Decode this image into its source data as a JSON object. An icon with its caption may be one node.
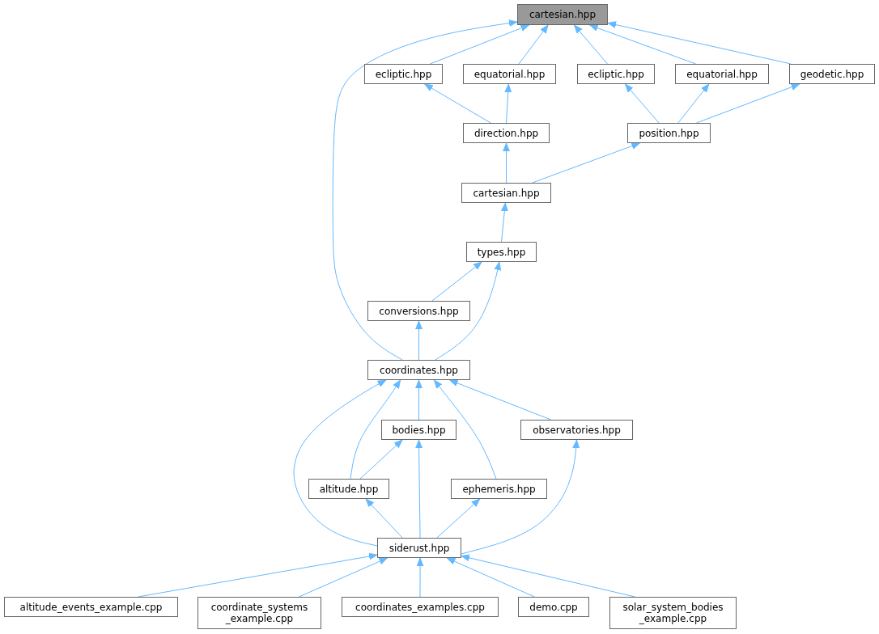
{
  "diagram": {
    "nodes": [
      {
        "text": [
          "cartesian.hpp"
        ]
      },
      {
        "text": [
          "ecliptic.hpp"
        ]
      },
      {
        "text": [
          "equatorial.hpp"
        ]
      },
      {
        "text": [
          "ecliptic.hpp"
        ]
      },
      {
        "text": [
          "equatorial.hpp"
        ]
      },
      {
        "text": [
          "geodetic.hpp"
        ]
      },
      {
        "text": [
          "direction.hpp"
        ]
      },
      {
        "text": [
          "position.hpp"
        ]
      },
      {
        "text": [
          "cartesian.hpp"
        ]
      },
      {
        "text": [
          "types.hpp"
        ]
      },
      {
        "text": [
          "conversions.hpp"
        ]
      },
      {
        "text": [
          "coordinates.hpp"
        ]
      },
      {
        "text": [
          "bodies.hpp"
        ]
      },
      {
        "text": [
          "observatories.hpp"
        ]
      },
      {
        "text": [
          "altitude.hpp"
        ]
      },
      {
        "text": [
          "ephemeris.hpp"
        ]
      },
      {
        "text": [
          "siderust.hpp"
        ]
      },
      {
        "text": [
          "altitude_events_example.cpp"
        ]
      },
      {
        "text": [
          "coordinate_systems _example.cpp"
        ]
      },
      {
        "text": [
          "coordinates_examples.cpp"
        ]
      },
      {
        "text": [
          "demo.cpp"
        ]
      },
      {
        "text": [
          "solar_system_bodies _example.cpp"
        ]
      }
    ],
    "edges": [
      {
        "from": 11,
        "to": 0,
        "arrow": "to"
      },
      {
        "from": 1,
        "to": 0,
        "arrow": "to"
      },
      {
        "from": 2,
        "to": 0,
        "arrow": "to"
      },
      {
        "from": 3,
        "to": 0,
        "arrow": "to"
      },
      {
        "from": 4,
        "to": 0,
        "arrow": "to"
      },
      {
        "from": 5,
        "to": 0,
        "arrow": "to"
      },
      {
        "from": 6,
        "to": 1,
        "arrow": "to"
      },
      {
        "from": 6,
        "to": 2,
        "arrow": "to"
      },
      {
        "from": 7,
        "to": 3,
        "arrow": "to"
      },
      {
        "from": 7,
        "to": 4,
        "arrow": "to"
      },
      {
        "from": 7,
        "to": 5,
        "arrow": "to"
      },
      {
        "from": 8,
        "to": 6,
        "arrow": "to"
      },
      {
        "from": 8,
        "to": 7,
        "arrow": "to"
      },
      {
        "from": 9,
        "to": 8,
        "arrow": "to"
      },
      {
        "from": 10,
        "to": 9,
        "arrow": "to"
      },
      {
        "from": 11,
        "to": 9,
        "arrow": "to"
      },
      {
        "from": 11,
        "to": 10,
        "arrow": "to"
      },
      {
        "from": 12,
        "to": 11,
        "arrow": "to"
      },
      {
        "from": 13,
        "to": 11,
        "arrow": "to"
      },
      {
        "from": 14,
        "to": 11,
        "arrow": "to"
      },
      {
        "from": 15,
        "to": 11,
        "arrow": "to"
      },
      {
        "from": 16,
        "to": 11,
        "arrow": "to"
      },
      {
        "from": 14,
        "to": 12,
        "arrow": "to"
      },
      {
        "from": 16,
        "to": 12,
        "arrow": "to"
      },
      {
        "from": 16,
        "to": 13,
        "arrow": "to"
      },
      {
        "from": 16,
        "to": 14,
        "arrow": "to"
      },
      {
        "from": 16,
        "to": 15,
        "arrow": "to"
      },
      {
        "from": 17,
        "to": 16,
        "arrow": "to"
      },
      {
        "from": 18,
        "to": 16,
        "arrow": "to"
      },
      {
        "from": 19,
        "to": 16,
        "arrow": "to"
      },
      {
        "from": 20,
        "to": 16,
        "arrow": "to"
      },
      {
        "from": 21,
        "to": 16,
        "arrow": "to"
      }
    ]
  }
}
